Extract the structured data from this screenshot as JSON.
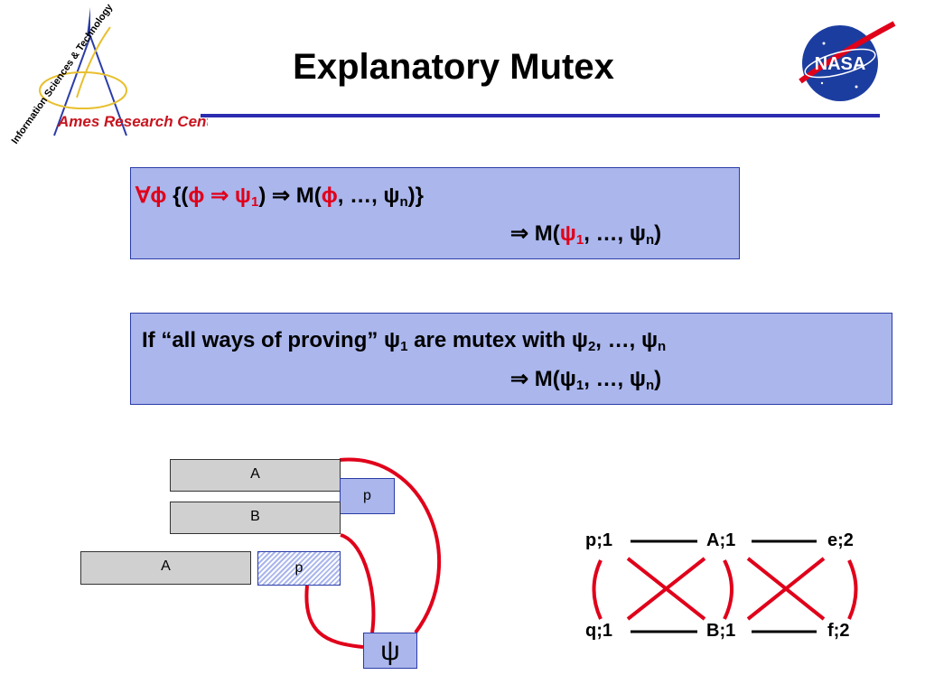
{
  "slide": {
    "title": "Explanatory Mutex",
    "logos": {
      "ames_arc_text": "Information Sciences & Technology",
      "ames_center_text": "Ames Research Center",
      "nasa_text": "NASA"
    }
  },
  "box1": {
    "l1_forall": "∀",
    "l1_phi": "ϕ",
    "l1_open": " {(",
    "l1_phi2": "ϕ",
    "l1_impl": " ⇒ ",
    "l1_psi": "ψ",
    "l1_sub1": "1",
    "l1_close": ") ⇒ M(",
    "l1_phi3": "ϕ",
    "l1_rest": ", …, ψ",
    "l1_subn": "n",
    "l1_end": ")}",
    "l2_pre": "⇒ M(",
    "l2_psi": "ψ",
    "l2_sub1": "1",
    "l2_rest": ", …, ψ",
    "l2_subn": "n",
    "l2_end": ")"
  },
  "box2": {
    "l1_a": "If “all ways of proving” ψ",
    "l1_sub1": "1",
    "l1_b": " are mutex with ψ",
    "l1_sub2": "2",
    "l1_c": ", …, ψ",
    "l1_subn": "n",
    "l2_a": "⇒ M(ψ",
    "l2_sub1": "1",
    "l2_b": ", …, ψ",
    "l2_subn": "n",
    "l2_end": ")"
  },
  "left_diagram": {
    "bar_a_top": "A",
    "bar_b": "B",
    "bar_a_bottom": "A",
    "p_top": "p",
    "p_bottom": "p",
    "psi": "ψ"
  },
  "right_diagram": {
    "nodes": [
      "p;1",
      "A;1",
      "e;2",
      "q;1",
      "B;1",
      "f;2"
    ]
  },
  "colors": {
    "box_fill": "#aab6ec",
    "box_border": "#2b3ca8",
    "red": "#e0001a",
    "rule": "#2b2bb0"
  }
}
